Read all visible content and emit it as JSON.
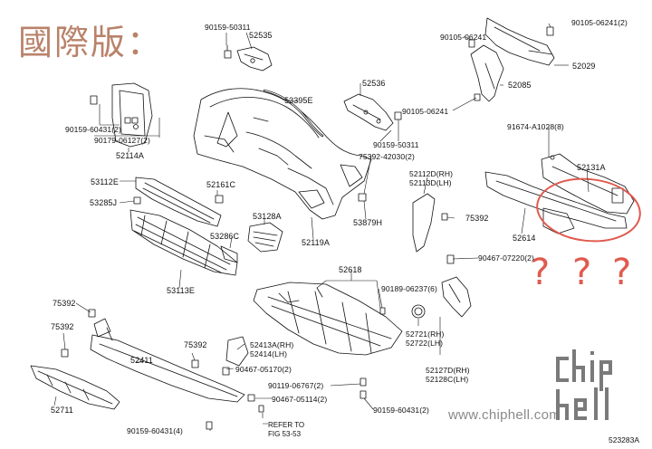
{
  "title": "國際版：",
  "question_marks": [
    "?",
    "?",
    "?"
  ],
  "watermark": "www.chiphell.com",
  "logo_text": "chip hell",
  "figure_code": "523283A",
  "refer": [
    "REFER TO",
    "FIG 53-53"
  ],
  "colors": {
    "title": "#b9826a",
    "highlight": "#e05a4e",
    "ink": "#111111"
  },
  "labels": [
    {
      "id": "p90159-50311-top",
      "text": "90159-50311"
    },
    {
      "id": "p52535",
      "text": "52535"
    },
    {
      "id": "p90105-06241-a",
      "text": "90105-06241"
    },
    {
      "id": "p90105-06241-tr",
      "text": "90105-06241(2)"
    },
    {
      "id": "p52029",
      "text": "52029"
    },
    {
      "id": "p52085",
      "text": "52085"
    },
    {
      "id": "p53395E",
      "text": "53395E"
    },
    {
      "id": "p52536",
      "text": "52536"
    },
    {
      "id": "p90105-06241-b",
      "text": "90105-06241"
    },
    {
      "id": "p91674",
      "text": "91674-A1028(8)"
    },
    {
      "id": "p90159-60431-2",
      "text": "90159-60431(2)"
    },
    {
      "id": "p90179",
      "text": "90179-06127(2)"
    },
    {
      "id": "p52114A",
      "text": "52114A"
    },
    {
      "id": "p90159-50311-mid",
      "text": "90159-50311"
    },
    {
      "id": "p75392-42030",
      "text": "75392-42030(2)"
    },
    {
      "id": "p52131A",
      "text": "52131A"
    },
    {
      "id": "p53112E",
      "text": "53112E"
    },
    {
      "id": "p52161C",
      "text": "52161C"
    },
    {
      "id": "p52112D",
      "text": "52112D(RH)"
    },
    {
      "id": "p52113D",
      "text": "52113D(LH)"
    },
    {
      "id": "p53285J",
      "text": "53285J"
    },
    {
      "id": "p53128A",
      "text": "53128A"
    },
    {
      "id": "p53879H",
      "text": "53879H"
    },
    {
      "id": "p75392-r",
      "text": "75392"
    },
    {
      "id": "p53286C",
      "text": "53286C"
    },
    {
      "id": "p52119A",
      "text": "52119A"
    },
    {
      "id": "p52614",
      "text": "52614"
    },
    {
      "id": "p90467-07220",
      "text": "90467-07220(2)"
    },
    {
      "id": "p53113E",
      "text": "53113E"
    },
    {
      "id": "p52618",
      "text": "52618"
    },
    {
      "id": "p90189",
      "text": "90189-06237(6)"
    },
    {
      "id": "p75392-l1",
      "text": "75392"
    },
    {
      "id": "p75392-l2",
      "text": "75392"
    },
    {
      "id": "p52721",
      "text": "52721(RH)"
    },
    {
      "id": "p52722",
      "text": "52722(LH)"
    },
    {
      "id": "p75392-m",
      "text": "75392"
    },
    {
      "id": "p52413A",
      "text": "52413A(RH)"
    },
    {
      "id": "p52414",
      "text": "52414(LH)"
    },
    {
      "id": "p52411",
      "text": "52411"
    },
    {
      "id": "p90467-05170",
      "text": "90467-05170(2)"
    },
    {
      "id": "p52127D",
      "text": "52127D(RH)"
    },
    {
      "id": "p52128C",
      "text": "52128C(LH)"
    },
    {
      "id": "p90119",
      "text": "90119-06767(2)"
    },
    {
      "id": "p90467-05114",
      "text": "90467-05114(2)"
    },
    {
      "id": "p52711",
      "text": "52711"
    },
    {
      "id": "p90159-60431-m",
      "text": "90159-60431(2)"
    },
    {
      "id": "p90159-60431-4",
      "text": "90159-60431(4)"
    }
  ]
}
